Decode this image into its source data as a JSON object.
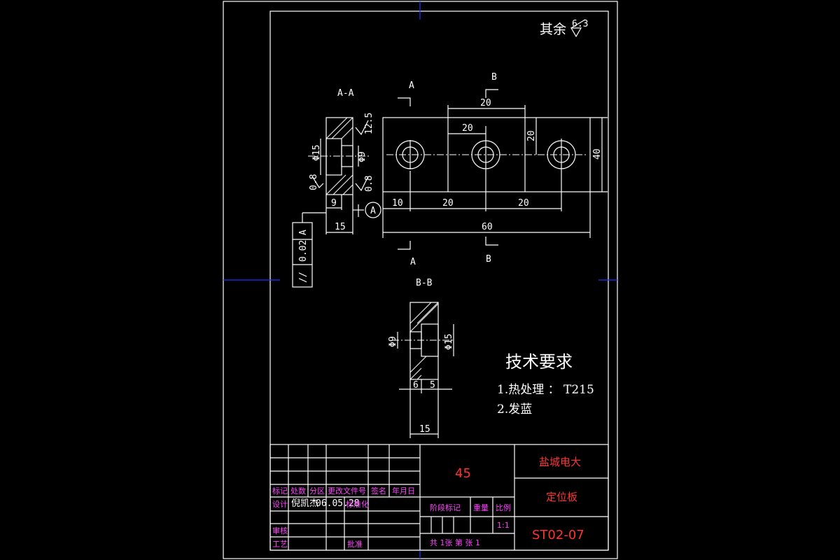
{
  "surface_note": {
    "label": "其余",
    "value": "6.3"
  },
  "section_a": {
    "title": "A-A",
    "dims": {
      "d15": "Φ15",
      "d9": "Φ9",
      "w9": "9",
      "w15": "15",
      "r125": "12.5",
      "r08a": "0.8",
      "r08b": "0.8"
    }
  },
  "section_b": {
    "title": "B-B",
    "dims": {
      "d9": "Φ9",
      "d15": "Φ15",
      "w6": "6",
      "w5": "5",
      "w15": "15"
    }
  },
  "cut_labels": {
    "a": "A",
    "b": "B"
  },
  "main_view": {
    "dims": {
      "top20": "20",
      "inner20": "20",
      "h20": "20",
      "h40": "40",
      "b10": "10",
      "b20a": "20",
      "b20b": "20",
      "total60": "60"
    }
  },
  "datum": {
    "label": "A"
  },
  "tolerance": {
    "symbol": "//",
    "value": "0.02",
    "datum": "A"
  },
  "tech_requirements": {
    "title": "技术要求",
    "items": [
      "1.热处理 ： T215",
      "2.发蓝"
    ]
  },
  "title_block": {
    "material": "45",
    "school": "盐城电大",
    "part_name": "定位板",
    "drawing_no": "ST02-07",
    "scale": "1:1",
    "headers": {
      "mark": "标记",
      "count": "处数",
      "zone": "分区",
      "doc": "更改文件号",
      "sign": "签名",
      "date": "年月日"
    },
    "design": "设计",
    "designer": "倪凯杰",
    "design_date": "06.05.28",
    "standard": "标准化",
    "stage": "阶段标记",
    "weight": "重量",
    "ratio": "比例",
    "review": "审核",
    "process": "工艺",
    "approve": "批准",
    "sheets": "共  1张  第  张  1"
  }
}
